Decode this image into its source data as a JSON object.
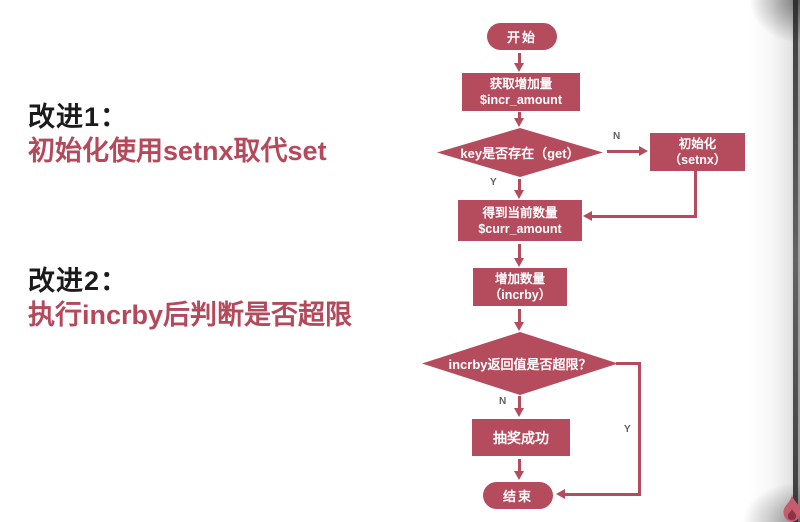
{
  "slide": {
    "notes": [
      {
        "heading": "改进1：",
        "detail": "初始化使用setnx取代set"
      },
      {
        "heading": "改进2：",
        "detail": "执行incrby后判断是否超限"
      }
    ],
    "flowchart": {
      "nodes": {
        "start": {
          "label": "开始"
        },
        "get_amount": {
          "line1": "获取增加量",
          "line2": "$incr_amount"
        },
        "key_exists": {
          "label": "key是否存在（get）"
        },
        "init": {
          "line1": "初始化",
          "line2": "（setnx）"
        },
        "curr_amount": {
          "line1": "得到当前数量",
          "line2": "$curr_amount"
        },
        "incr": {
          "line1": "增加数量",
          "line2": "（incrby）"
        },
        "over_limit": {
          "label": "incrby返回值是否超限？"
        },
        "success": {
          "label": "抽奖成功"
        },
        "end": {
          "label": "结束"
        }
      },
      "edge_labels": {
        "key_exists_no": "N",
        "key_exists_yes": "Y",
        "over_limit_no": "N",
        "over_limit_yes": "Y"
      }
    },
    "colors": {
      "shape_fill": "#b54c5e",
      "accent_text": "#b4495b",
      "heading_text": "#1b1b1b",
      "edge_label_text": "#5f5f5f",
      "flame_outer": "#c65d6f",
      "flame_inner": "#8d3344"
    }
  }
}
